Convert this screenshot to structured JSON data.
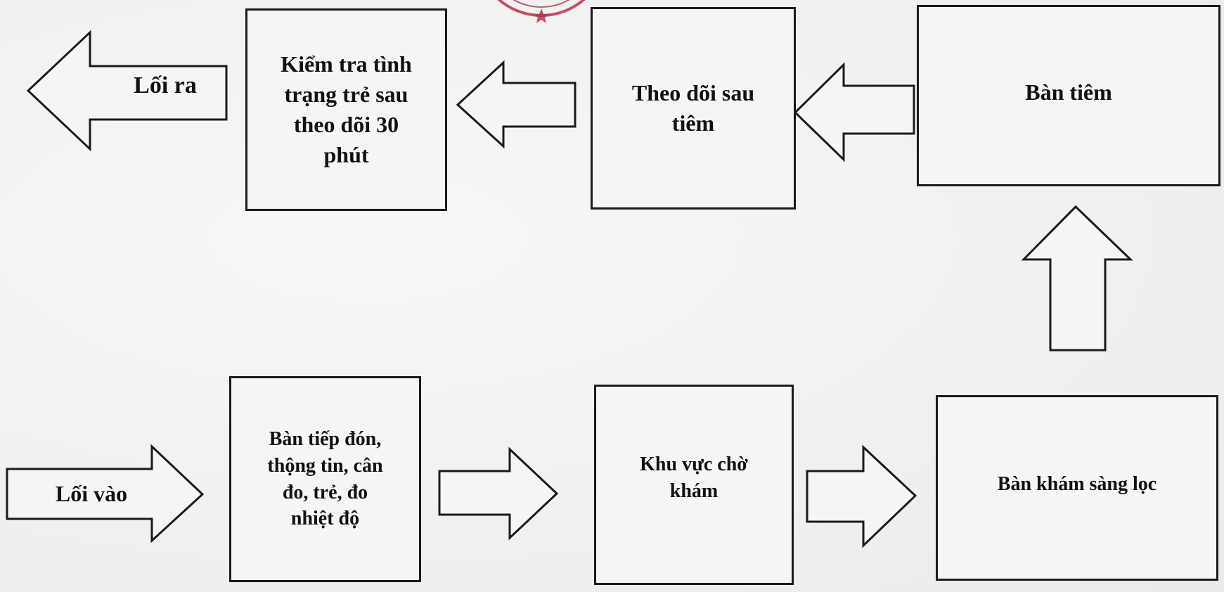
{
  "colors": {
    "ink": "#1a1a1a",
    "paper": "#f3f2f0",
    "stamp": "#b8334e"
  },
  "stamp": {
    "icon": "official-seal-icon"
  },
  "steps": {
    "entrance": {
      "label": "Lối vào"
    },
    "reception": {
      "label": "Bàn tiếp đón,\nthộng tin, cân\nđo, trẻ, đo\nnhiệt độ"
    },
    "waiting": {
      "label": "Khu vực chờ\nkhám"
    },
    "screening": {
      "label": "Bàn khám sàng lọc"
    },
    "injection": {
      "label": "Bàn tiêm"
    },
    "post_monitor": {
      "label": "Theo dõi sau\ntiêm"
    },
    "check_30min": {
      "label": "Kiểm tra tình\ntrạng trẻ sau\ntheo dõi 30\nphút"
    },
    "exit": {
      "label": "Lối ra"
    }
  }
}
